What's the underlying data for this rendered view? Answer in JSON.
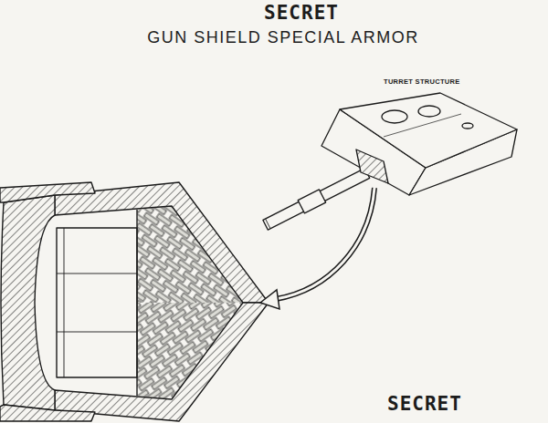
{
  "diagram": {
    "title": "GUN SHIELD SPECIAL ARMOR",
    "labels": [
      "SECRET",
      "TURRET STRUCTURE",
      "SECRET"
    ]
  }
}
